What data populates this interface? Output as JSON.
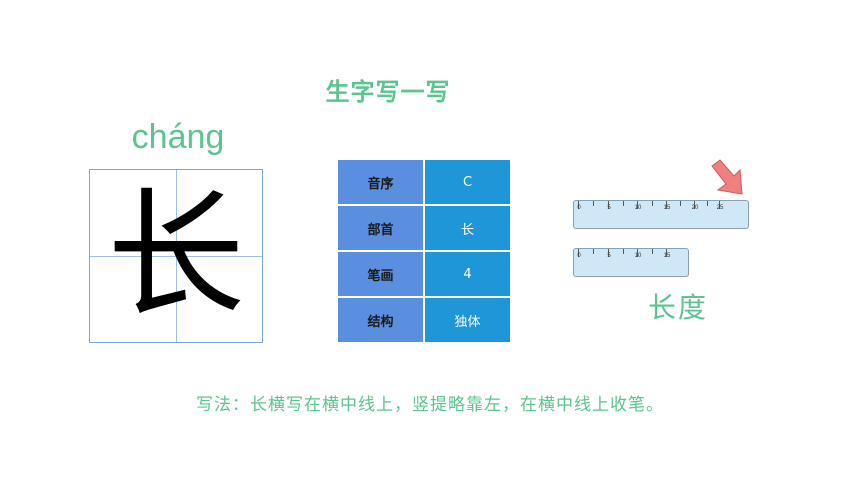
{
  "title": "生字写一写",
  "character": {
    "pinyin": "cháng",
    "glyph": "长"
  },
  "info_table": [
    {
      "key": "音序",
      "value": "C"
    },
    {
      "key": "部首",
      "value": "长"
    },
    {
      "key": "笔画",
      "value": "4"
    },
    {
      "key": "结构",
      "value": "独体"
    }
  ],
  "rulers": [
    {
      "labels": [
        "0",
        "5",
        "10",
        "15",
        "20",
        "25"
      ]
    },
    {
      "labels": [
        "0",
        "5",
        "10",
        "15"
      ]
    }
  ],
  "word": "长度",
  "instruction": "写法：长横写在横中线上，竖提略靠左，在横中线上收笔。",
  "colors": {
    "accent_green": "#5cc48e",
    "table_key_bg": "#5a8fe0",
    "table_value_bg": "#1f96d8",
    "ruler_fill": "#cfe8f8",
    "arrow_fill": "#f08080"
  },
  "icons": {
    "arrow": "down-left-arrow-icon"
  }
}
